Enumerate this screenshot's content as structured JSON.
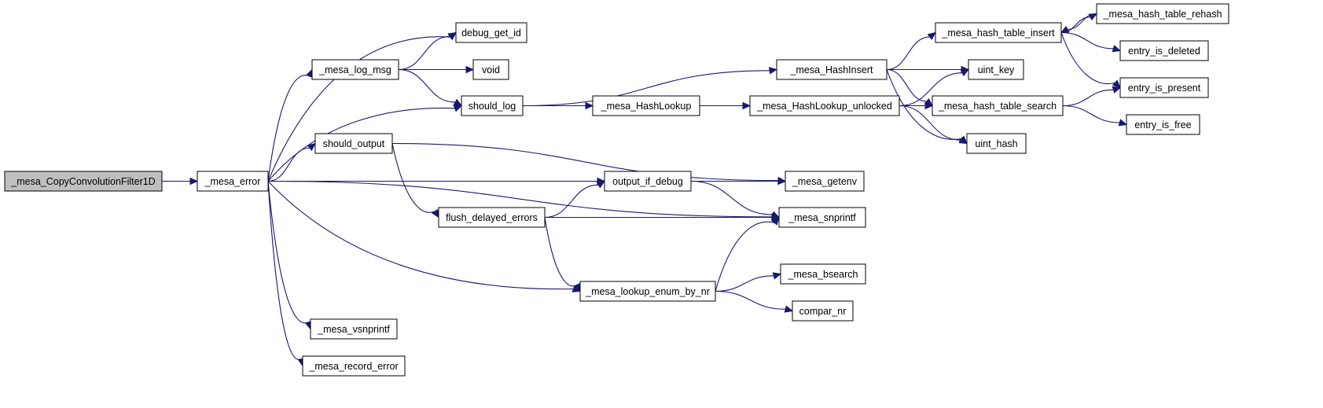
{
  "colors": {
    "edge": "#191970",
    "root_fill": "#bfbfbf",
    "node_fill": "#ffffff",
    "border": "#000000"
  },
  "nodes": [
    {
      "id": "n0",
      "label": "_mesa_CopyConvolutionFilter1D",
      "root": true
    },
    {
      "id": "n1",
      "label": "_mesa_error"
    },
    {
      "id": "n2",
      "label": "debug_get_id"
    },
    {
      "id": "n3",
      "label": "_mesa_log_msg"
    },
    {
      "id": "n4",
      "label": "void"
    },
    {
      "id": "n5",
      "label": "should_log"
    },
    {
      "id": "n6",
      "label": "_mesa_HashLookup"
    },
    {
      "id": "n7",
      "label": "_mesa_HashInsert"
    },
    {
      "id": "n8",
      "label": "_mesa_HashLookup_unlocked"
    },
    {
      "id": "n9",
      "label": "_mesa_hash_table_insert"
    },
    {
      "id": "n10",
      "label": "_mesa_hash_table_rehash"
    },
    {
      "id": "n11",
      "label": "entry_is_deleted"
    },
    {
      "id": "n12",
      "label": "entry_is_present"
    },
    {
      "id": "n13",
      "label": "uint_key"
    },
    {
      "id": "n14",
      "label": "_mesa_hash_table_search"
    },
    {
      "id": "n15",
      "label": "entry_is_free"
    },
    {
      "id": "n16",
      "label": "uint_hash"
    },
    {
      "id": "n17",
      "label": "should_output"
    },
    {
      "id": "n18",
      "label": "output_if_debug"
    },
    {
      "id": "n19",
      "label": "_mesa_getenv"
    },
    {
      "id": "n20",
      "label": "flush_delayed_errors"
    },
    {
      "id": "n21",
      "label": "_mesa_snprintf"
    },
    {
      "id": "n22",
      "label": "_mesa_bsearch"
    },
    {
      "id": "n23",
      "label": "_mesa_lookup_enum_by_nr"
    },
    {
      "id": "n24",
      "label": "compar_nr"
    },
    {
      "id": "n25",
      "label": "_mesa_vsnprintf"
    },
    {
      "id": "n26",
      "label": "_mesa_record_error"
    }
  ],
  "edges": [
    [
      "n0",
      "n1"
    ],
    [
      "n1",
      "n2"
    ],
    [
      "n1",
      "n3"
    ],
    [
      "n1",
      "n5"
    ],
    [
      "n1",
      "n17"
    ],
    [
      "n1",
      "n18"
    ],
    [
      "n1",
      "n21"
    ],
    [
      "n1",
      "n23"
    ],
    [
      "n1",
      "n25"
    ],
    [
      "n1",
      "n26"
    ],
    [
      "n3",
      "n2"
    ],
    [
      "n3",
      "n4"
    ],
    [
      "n3",
      "n5"
    ],
    [
      "n5",
      "n7"
    ],
    [
      "n5",
      "n6"
    ],
    [
      "n6",
      "n8"
    ],
    [
      "n7",
      "n9"
    ],
    [
      "n7",
      "n13"
    ],
    [
      "n7",
      "n14"
    ],
    [
      "n7",
      "n16"
    ],
    [
      "n8",
      "n13"
    ],
    [
      "n8",
      "n14"
    ],
    [
      "n8",
      "n16"
    ],
    [
      "n9",
      "n10"
    ],
    [
      "n9",
      "n11"
    ],
    [
      "n9",
      "n12"
    ],
    [
      "n10",
      "n9"
    ],
    [
      "n14",
      "n12"
    ],
    [
      "n14",
      "n15"
    ],
    [
      "n17",
      "n19"
    ],
    [
      "n17",
      "n20"
    ],
    [
      "n18",
      "n19"
    ],
    [
      "n18",
      "n21"
    ],
    [
      "n20",
      "n18"
    ],
    [
      "n20",
      "n21"
    ],
    [
      "n20",
      "n23"
    ],
    [
      "n23",
      "n21"
    ],
    [
      "n23",
      "n22"
    ],
    [
      "n23",
      "n24"
    ]
  ]
}
